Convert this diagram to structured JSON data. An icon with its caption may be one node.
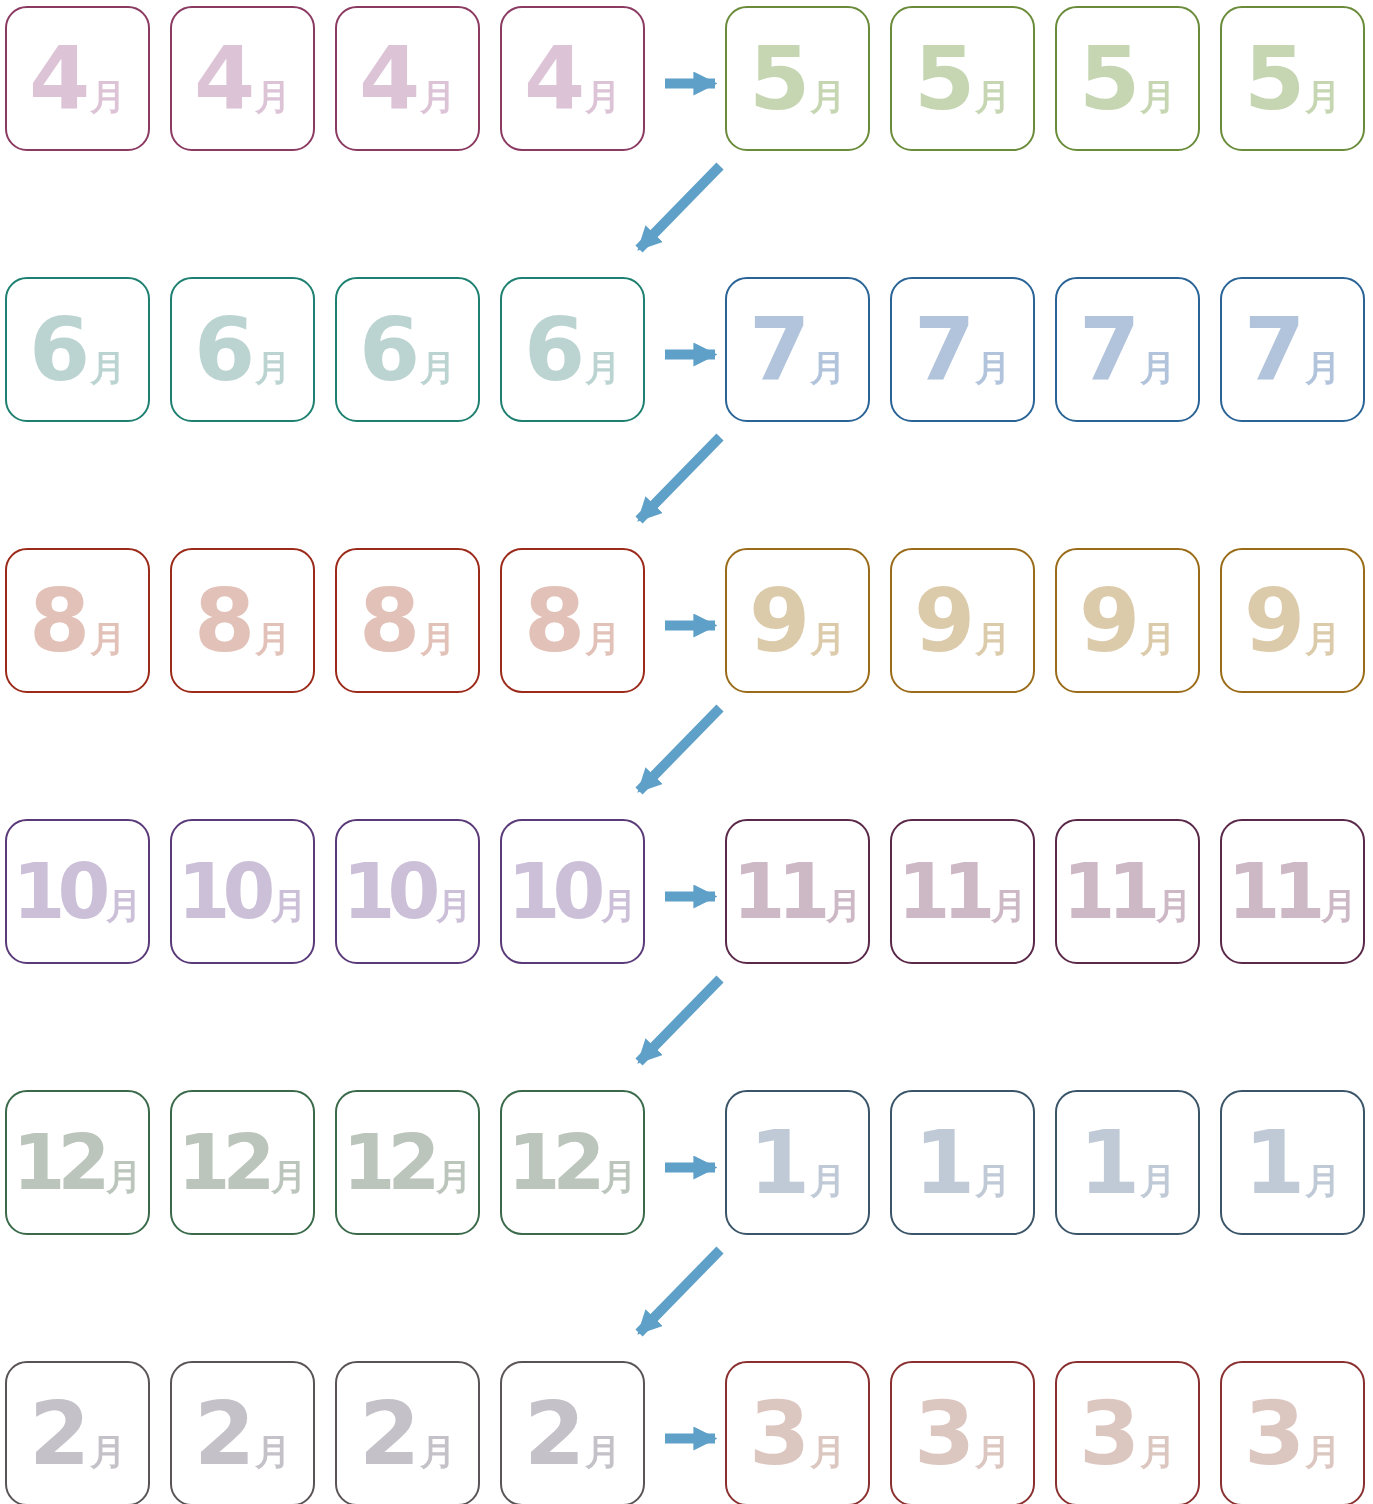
{
  "diagram": {
    "nodes": [
      {
        "text": [
          "4月"
        ]
      },
      {
        "text": [
          "4月"
        ]
      },
      {
        "text": [
          "4月"
        ]
      },
      {
        "text": [
          "4月"
        ]
      },
      {
        "text": [
          "5月"
        ]
      },
      {
        "text": [
          "5月"
        ]
      },
      {
        "text": [
          "5月"
        ]
      },
      {
        "text": [
          "5月"
        ]
      },
      {
        "text": [
          "6月"
        ]
      },
      {
        "text": [
          "6月"
        ]
      },
      {
        "text": [
          "6月"
        ]
      },
      {
        "text": [
          "6月"
        ]
      },
      {
        "text": [
          "7月"
        ]
      },
      {
        "text": [
          "7月"
        ]
      },
      {
        "text": [
          "7月"
        ]
      },
      {
        "text": [
          "7月"
        ]
      },
      {
        "text": [
          "8月"
        ]
      },
      {
        "text": [
          "8月"
        ]
      },
      {
        "text": [
          "8月"
        ]
      },
      {
        "text": [
          "8月"
        ]
      },
      {
        "text": [
          "9月"
        ]
      },
      {
        "text": [
          "9月"
        ]
      },
      {
        "text": [
          "9月"
        ]
      },
      {
        "text": [
          "9月"
        ]
      },
      {
        "text": [
          "10月"
        ]
      },
      {
        "text": [
          "10月"
        ]
      },
      {
        "text": [
          "10月"
        ]
      },
      {
        "text": [
          "10月"
        ]
      },
      {
        "text": [
          "11月"
        ]
      },
      {
        "text": [
          "11月"
        ]
      },
      {
        "text": [
          "11月"
        ]
      },
      {
        "text": [
          "11月"
        ]
      },
      {
        "text": [
          "12月"
        ]
      },
      {
        "text": [
          "12月"
        ]
      },
      {
        "text": [
          "12月"
        ]
      },
      {
        "text": [
          "12月"
        ]
      },
      {
        "text": [
          "1月"
        ]
      },
      {
        "text": [
          "1月"
        ]
      },
      {
        "text": [
          "1月"
        ]
      },
      {
        "text": [
          "1月"
        ]
      },
      {
        "text": [
          "2月"
        ]
      },
      {
        "text": [
          "2月"
        ]
      },
      {
        "text": [
          "2月"
        ]
      },
      {
        "text": [
          "2月"
        ]
      },
      {
        "text": [
          "3月"
        ]
      },
      {
        "text": [
          "3月"
        ]
      },
      {
        "text": [
          "3月"
        ]
      },
      {
        "text": [
          "3月"
        ]
      }
    ],
    "edges": [
      {
        "from": 3,
        "to": 4,
        "arrow": "to"
      },
      {
        "from": 4,
        "to": 11,
        "arrow": "to"
      },
      {
        "from": 11,
        "to": 12,
        "arrow": "to"
      },
      {
        "from": 12,
        "to": 19,
        "arrow": "to"
      },
      {
        "from": 19,
        "to": 20,
        "arrow": "to"
      },
      {
        "from": 20,
        "to": 27,
        "arrow": "to"
      },
      {
        "from": 27,
        "to": 28,
        "arrow": "to"
      },
      {
        "from": 28,
        "to": 35,
        "arrow": "to"
      },
      {
        "from": 35,
        "to": 36,
        "arrow": "to"
      },
      {
        "from": 36,
        "to": 43,
        "arrow": "to"
      },
      {
        "from": 43,
        "to": 44,
        "arrow": "to"
      }
    ]
  }
}
